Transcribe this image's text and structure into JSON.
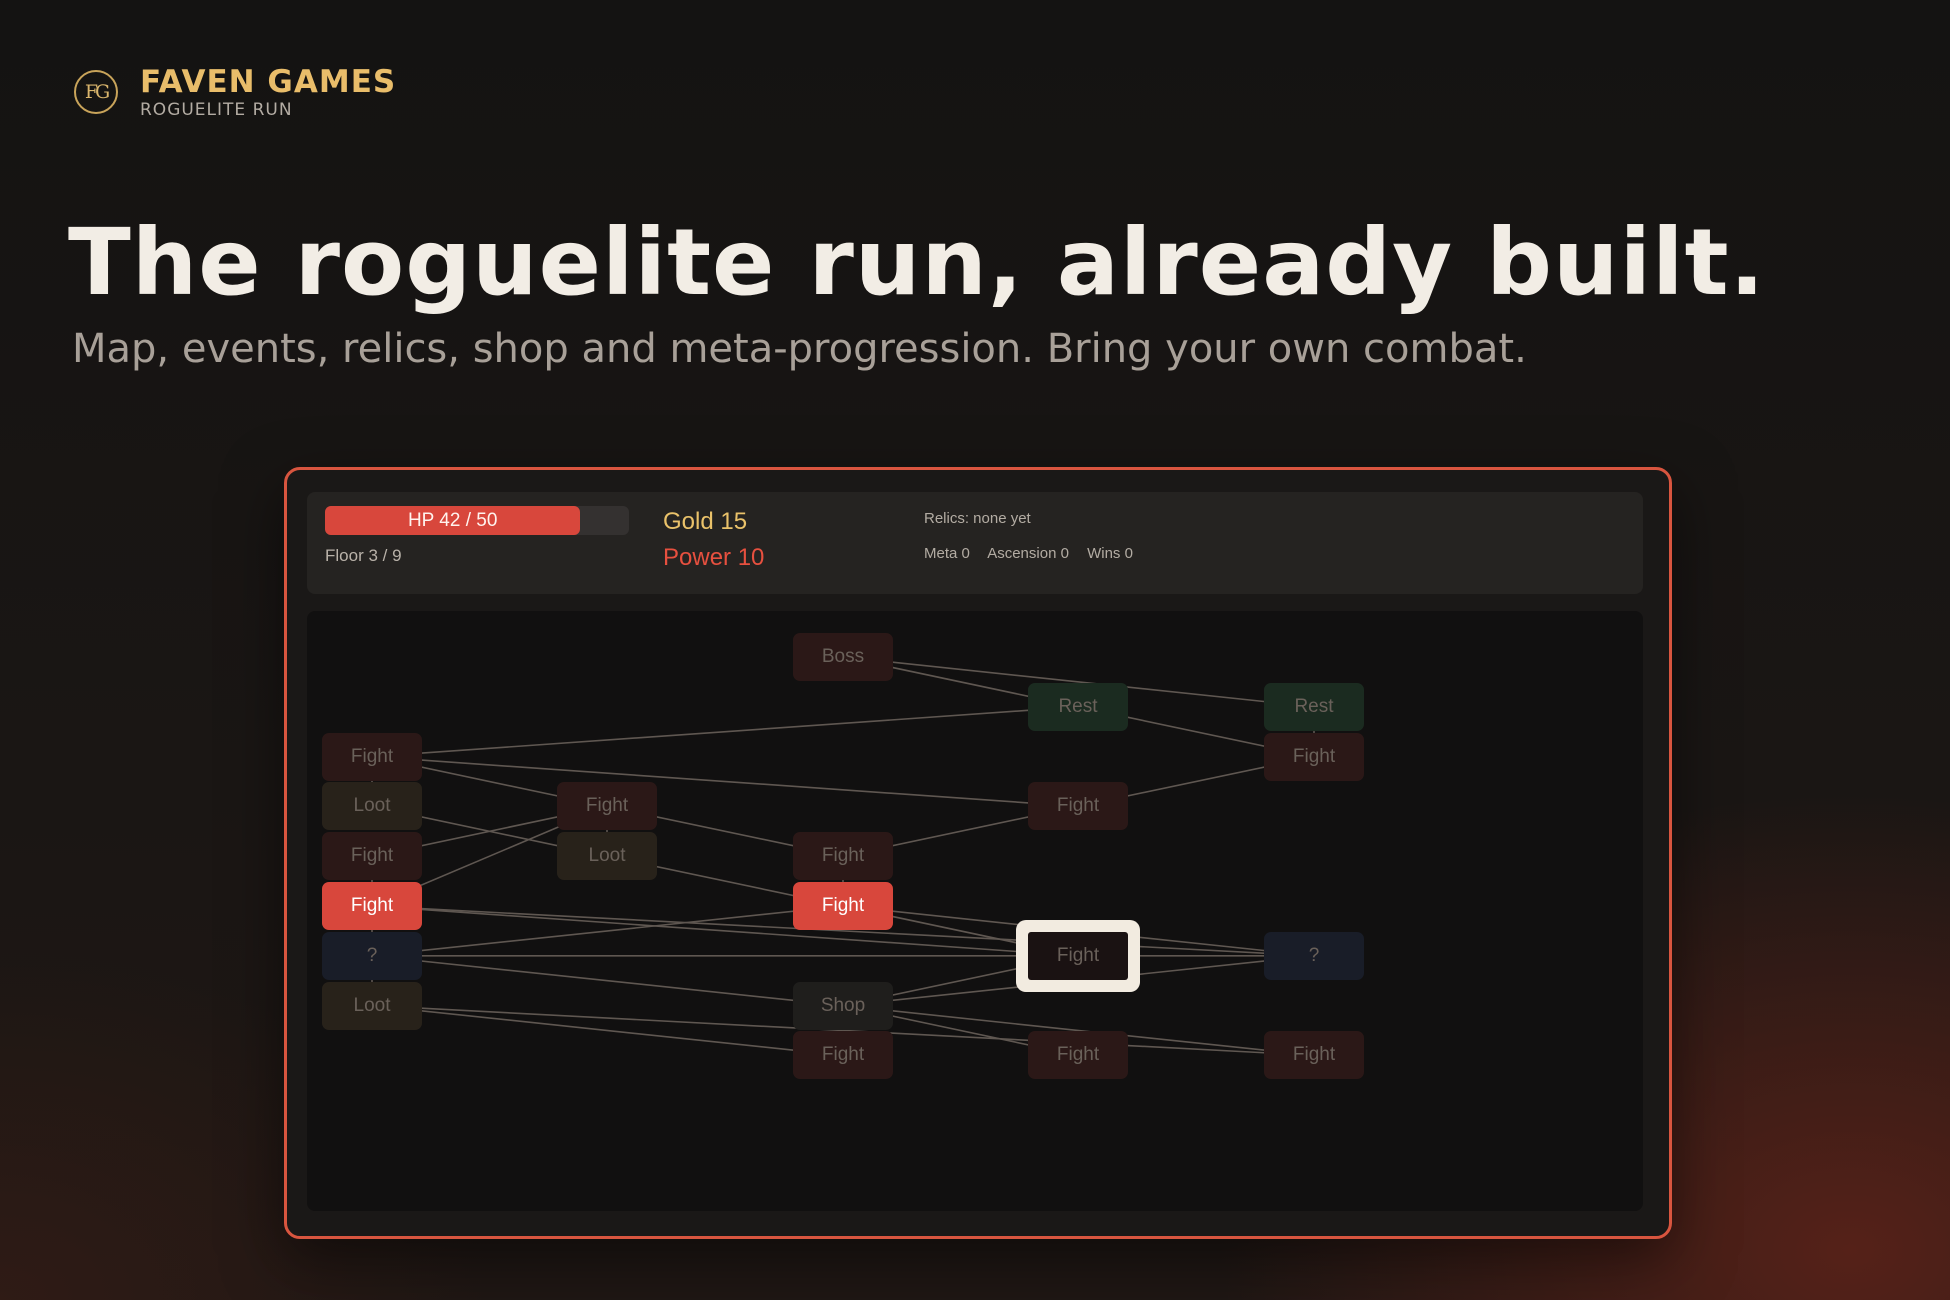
{
  "brand": {
    "logo_text": "FG",
    "name": "FAVEN GAMES",
    "tagline": "ROGUELITE RUN"
  },
  "hero": {
    "headline": "The roguelite run, already built.",
    "subline": "Map, events, relics, shop and meta-progression. Bring your own combat."
  },
  "hud": {
    "hp_label": "HP  42 / 50",
    "hp_fraction": 0.84,
    "floor": "Floor 3 / 9",
    "gold": "Gold  15",
    "power": "Power  10",
    "relics": "Relics: none yet",
    "meta": "Meta 0",
    "ascension": "Ascension 0",
    "wins": "Wins 0"
  },
  "colors": {
    "accent": "#d8553f",
    "hp": "#d8473c",
    "gold": "#eac26a",
    "power": "#e7503f",
    "brand": "#e9bd6a"
  },
  "map": {
    "nodes": [
      {
        "id": "boss",
        "label": "Boss",
        "type": "boss",
        "state": "locked",
        "col": 2,
        "row": 0
      },
      {
        "id": "r3a",
        "label": "Rest",
        "type": "rest",
        "state": "locked",
        "col": 3,
        "row": 1
      },
      {
        "id": "r4a",
        "label": "Rest",
        "type": "rest",
        "state": "locked",
        "col": 4,
        "row": 1
      },
      {
        "id": "f0a",
        "label": "Fight",
        "type": "fight",
        "state": "locked",
        "col": 0,
        "row": 2
      },
      {
        "id": "f4a",
        "label": "Fight",
        "type": "fight",
        "state": "locked",
        "col": 4,
        "row": 2
      },
      {
        "id": "l0a",
        "label": "Loot",
        "type": "loot",
        "state": "locked",
        "col": 0,
        "row": 3
      },
      {
        "id": "f1a",
        "label": "Fight",
        "type": "fight",
        "state": "locked",
        "col": 1,
        "row": 3
      },
      {
        "id": "f3a",
        "label": "Fight",
        "type": "fight",
        "state": "locked",
        "col": 3,
        "row": 3
      },
      {
        "id": "f0b",
        "label": "Fight",
        "type": "fight",
        "state": "locked",
        "col": 0,
        "row": 4
      },
      {
        "id": "l1a",
        "label": "Loot",
        "type": "loot",
        "state": "locked",
        "col": 1,
        "row": 4
      },
      {
        "id": "f2a",
        "label": "Fight",
        "type": "fight",
        "state": "locked",
        "col": 2,
        "row": 4
      },
      {
        "id": "f0c",
        "label": "Fight",
        "type": "fight",
        "state": "active",
        "col": 0,
        "row": 5
      },
      {
        "id": "f2b",
        "label": "Fight",
        "type": "fight",
        "state": "active",
        "col": 2,
        "row": 5
      },
      {
        "id": "e0a",
        "label": "?",
        "type": "event",
        "state": "locked",
        "col": 0,
        "row": 6
      },
      {
        "id": "f3b",
        "label": "Fight",
        "type": "fight",
        "state": "selected",
        "col": 3,
        "row": 6
      },
      {
        "id": "e4a",
        "label": "?",
        "type": "event",
        "state": "locked",
        "col": 4,
        "row": 6
      },
      {
        "id": "l0b",
        "label": "Loot",
        "type": "loot",
        "state": "locked",
        "col": 0,
        "row": 7
      },
      {
        "id": "s2a",
        "label": "Shop",
        "type": "shop",
        "state": "locked",
        "col": 2,
        "row": 7
      },
      {
        "id": "f2c",
        "label": "Fight",
        "type": "fight",
        "state": "locked",
        "col": 2,
        "row": 8
      },
      {
        "id": "f3c",
        "label": "Fight",
        "type": "fight",
        "state": "locked",
        "col": 3,
        "row": 8
      },
      {
        "id": "f4c",
        "label": "Fight",
        "type": "fight",
        "state": "locked",
        "col": 4,
        "row": 8
      }
    ],
    "edges": [
      [
        "boss",
        "r3a"
      ],
      [
        "boss",
        "r4a"
      ],
      [
        "r3a",
        "f4a"
      ],
      [
        "r4a",
        "f4a"
      ],
      [
        "f0a",
        "r3a"
      ],
      [
        "f0a",
        "f1a"
      ],
      [
        "f0a",
        "f3a"
      ],
      [
        "f0a",
        "l0a"
      ],
      [
        "f4a",
        "f3a"
      ],
      [
        "l0a",
        "l1a"
      ],
      [
        "f1a",
        "l1a"
      ],
      [
        "f1a",
        "f0b"
      ],
      [
        "f1a",
        "f2a"
      ],
      [
        "f3a",
        "f2a"
      ],
      [
        "f0b",
        "f0c"
      ],
      [
        "l1a",
        "f2b"
      ],
      [
        "f2a",
        "f2b"
      ],
      [
        "f0c",
        "f1a"
      ],
      [
        "f0c",
        "f3b"
      ],
      [
        "f0c",
        "e4a"
      ],
      [
        "f0c",
        "e0a"
      ],
      [
        "f2b",
        "e0a"
      ],
      [
        "f2b",
        "f3b"
      ],
      [
        "f2b",
        "e4a"
      ],
      [
        "e0a",
        "f3b"
      ],
      [
        "e0a",
        "s2a"
      ],
      [
        "e0a",
        "l0b"
      ],
      [
        "f3b",
        "e4a"
      ],
      [
        "f3b",
        "s2a"
      ],
      [
        "e4a",
        "s2a"
      ],
      [
        "l0b",
        "f2c"
      ],
      [
        "l0b",
        "f4c"
      ],
      [
        "s2a",
        "f2c"
      ],
      [
        "s2a",
        "f3c"
      ],
      [
        "s2a",
        "f4c"
      ]
    ]
  }
}
